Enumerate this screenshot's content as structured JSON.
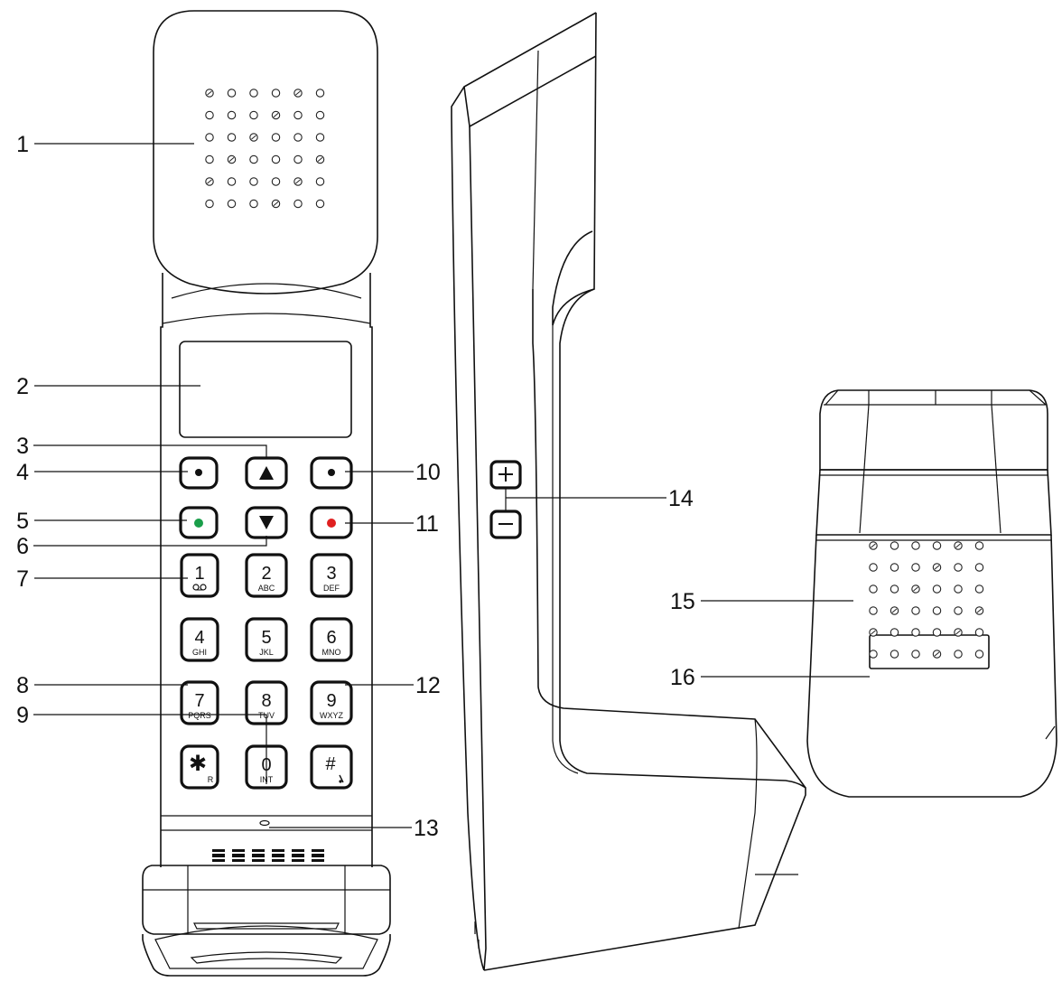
{
  "callouts": [
    {
      "id": "1",
      "text": "1"
    },
    {
      "id": "2",
      "text": "2"
    },
    {
      "id": "3",
      "text": "3"
    },
    {
      "id": "4",
      "text": "4"
    },
    {
      "id": "5",
      "text": "5"
    },
    {
      "id": "6",
      "text": "6"
    },
    {
      "id": "7",
      "text": "7"
    },
    {
      "id": "8",
      "text": "8"
    },
    {
      "id": "9",
      "text": "9"
    },
    {
      "id": "10",
      "text": "10"
    },
    {
      "id": "11",
      "text": "11"
    },
    {
      "id": "12",
      "text": "12"
    },
    {
      "id": "13",
      "text": "13"
    },
    {
      "id": "14",
      "text": "14"
    },
    {
      "id": "15",
      "text": "15"
    },
    {
      "id": "16",
      "text": "16"
    }
  ],
  "keys": [
    {
      "main": "1",
      "sub": "voicemail-icon"
    },
    {
      "main": "2",
      "sub": "ABC"
    },
    {
      "main": "3",
      "sub": "DEF"
    },
    {
      "main": "4",
      "sub": "GHI"
    },
    {
      "main": "5",
      "sub": "JKL"
    },
    {
      "main": "6",
      "sub": "MNO"
    },
    {
      "main": "7",
      "sub": "PQRS"
    },
    {
      "main": "8",
      "sub": "TUV"
    },
    {
      "main": "9",
      "sub": "WXYZ"
    },
    {
      "main": "✱",
      "sub": "R"
    },
    {
      "main": "0",
      "sub": "INT"
    },
    {
      "main": "#",
      "sub": "mute-icon"
    }
  ],
  "side_buttons": {
    "plus": "+",
    "minus": "–"
  },
  "colors": {
    "call_button_dot": "#1a9e4a",
    "end_button_dot": "#e02020",
    "line": "#111111"
  }
}
